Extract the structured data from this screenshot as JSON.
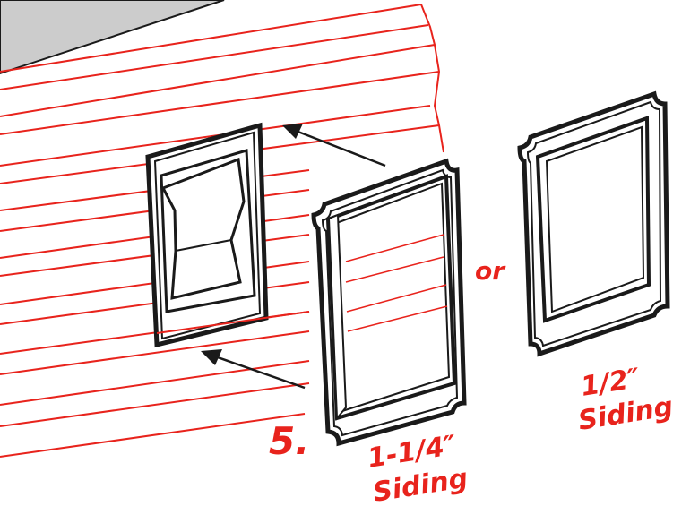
{
  "step": {
    "number": "5."
  },
  "connector": {
    "word": "or"
  },
  "labels": {
    "large": {
      "line1": "1-1/4″",
      "line2": "Siding"
    },
    "small": {
      "line1": "1/2″",
      "line2": "Siding"
    }
  },
  "colors": {
    "accent_red": "#e8231c",
    "line_black": "#1a1a1a",
    "roof_gray": "#cccccc"
  },
  "icons": {
    "arrow_top": "arrow-left-icon",
    "arrow_bottom": "arrow-left-icon"
  }
}
